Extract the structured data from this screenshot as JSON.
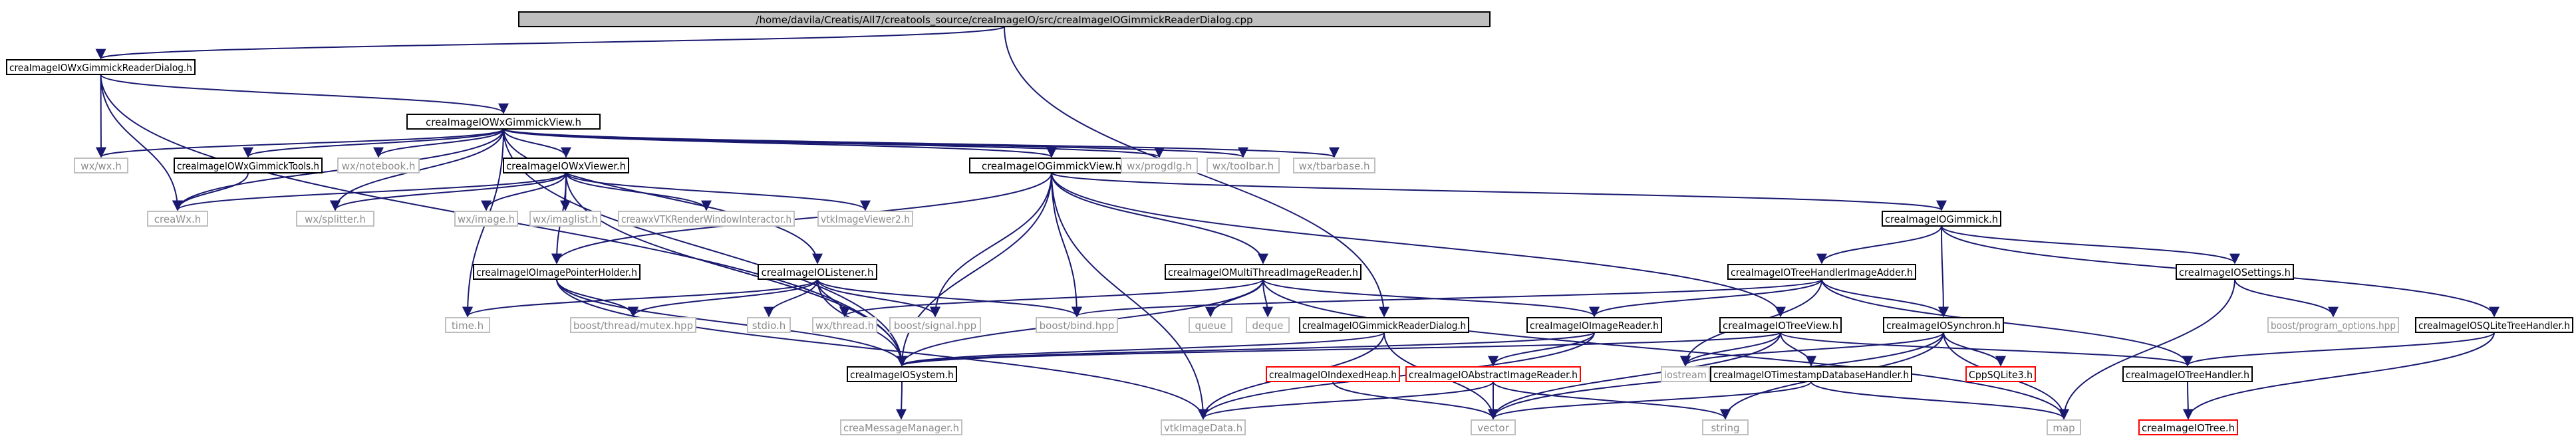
{
  "title": "Include dependency graph",
  "colors": {
    "edge": "#191970",
    "normal_border": "#000000",
    "normal_text": "#000000",
    "external_border": "#bfbfbf",
    "external_text": "#8c8c8c",
    "incomplete_border": "#ff0000",
    "incomplete_text": "#000000",
    "root_fill": "#bfbfbf"
  },
  "nodes": [
    {
      "id": "root",
      "label": "/home/davila/Creatis/All7/creatools_source/creaImageIO/src/creaImageIOGimmickReaderDialog.cpp",
      "kind": "root"
    },
    {
      "id": "wxdialog",
      "label": "creaImageIOWxGimmickReaderDialog.h",
      "kind": "normal"
    },
    {
      "id": "wxview",
      "label": "creaImageIOWxGimmickView.h",
      "kind": "normal"
    },
    {
      "id": "wxwx",
      "label": "wx/wx.h",
      "kind": "external"
    },
    {
      "id": "wxtools",
      "label": "creaImageIOWxGimmickTools.h",
      "kind": "normal"
    },
    {
      "id": "notebook",
      "label": "wx/notebook.h",
      "kind": "external"
    },
    {
      "id": "wxviewer",
      "label": "creaImageIOWxViewer.h",
      "kind": "normal"
    },
    {
      "id": "gview",
      "label": "creaImageIOGimmickView.h",
      "kind": "normal"
    },
    {
      "id": "progdlg",
      "label": "wx/progdlg.h",
      "kind": "external"
    },
    {
      "id": "toolbar",
      "label": "wx/toolbar.h",
      "kind": "external"
    },
    {
      "id": "tbarbase",
      "label": "wx/tbarbase.h",
      "kind": "external"
    },
    {
      "id": "creawx",
      "label": "creaWx.h",
      "kind": "external"
    },
    {
      "id": "splitter",
      "label": "wx/splitter.h",
      "kind": "external"
    },
    {
      "id": "wximage",
      "label": "wx/image.h",
      "kind": "external"
    },
    {
      "id": "imaglist",
      "label": "wx/imaglist.h",
      "kind": "external"
    },
    {
      "id": "rwi",
      "label": "creawxVTKRenderWindowInteractor.h",
      "kind": "external"
    },
    {
      "id": "vtkviewer2",
      "label": "vtkImageViewer2.h",
      "kind": "external"
    },
    {
      "id": "gimmick",
      "label": "creaImageIOGimmick.h",
      "kind": "normal"
    },
    {
      "id": "ptrholder",
      "label": "creaImageIOImagePointerHolder.h",
      "kind": "normal"
    },
    {
      "id": "listener",
      "label": "creaImageIOListener.h",
      "kind": "normal"
    },
    {
      "id": "mtreader",
      "label": "creaImageIOMultiThreadImageReader.h",
      "kind": "normal"
    },
    {
      "id": "thadder",
      "label": "creaImageIOTreeHandlerImageAdder.h",
      "kind": "normal"
    },
    {
      "id": "settings",
      "label": "creaImageIOSettings.h",
      "kind": "normal"
    },
    {
      "id": "timeh",
      "label": "time.h",
      "kind": "external"
    },
    {
      "id": "mutex",
      "label": "boost/thread/mutex.hpp",
      "kind": "external"
    },
    {
      "id": "stdio",
      "label": "stdio.h",
      "kind": "external"
    },
    {
      "id": "wxthread",
      "label": "wx/thread.h",
      "kind": "external"
    },
    {
      "id": "signal",
      "label": "boost/signal.hpp",
      "kind": "external"
    },
    {
      "id": "bind",
      "label": "boost/bind.hpp",
      "kind": "external"
    },
    {
      "id": "queue",
      "label": "queue",
      "kind": "external"
    },
    {
      "id": "deque",
      "label": "deque",
      "kind": "external"
    },
    {
      "id": "gdialog",
      "label": "creaImageIOGimmickReaderDialog.h",
      "kind": "normal"
    },
    {
      "id": "imgreader",
      "label": "creaImageIOImageReader.h",
      "kind": "normal"
    },
    {
      "id": "treeview",
      "label": "creaImageIOTreeView.h",
      "kind": "normal"
    },
    {
      "id": "synchron",
      "label": "creaImageIOSynchron.h",
      "kind": "normal"
    },
    {
      "id": "progopts",
      "label": "boost/program_options.hpp",
      "kind": "external"
    },
    {
      "id": "sqlite",
      "label": "creaImageIOSQLiteTreeHandler.h",
      "kind": "normal"
    },
    {
      "id": "system",
      "label": "creaImageIOSystem.h",
      "kind": "normal"
    },
    {
      "id": "iheap",
      "label": "creaImageIOIndexedHeap.h",
      "kind": "incomplete"
    },
    {
      "id": "absreader",
      "label": "creaImageIOAbstractImageReader.h",
      "kind": "incomplete"
    },
    {
      "id": "iostream",
      "label": "iostream",
      "kind": "external"
    },
    {
      "id": "tsdb",
      "label": "creaImageIOTimestampDatabaseHandler.h",
      "kind": "normal"
    },
    {
      "id": "cppsqlite",
      "label": "CppSQLite3.h",
      "kind": "incomplete"
    },
    {
      "id": "treehandler",
      "label": "creaImageIOTreeHandler.h",
      "kind": "normal"
    },
    {
      "id": "msgmgr",
      "label": "creaMessageManager.h",
      "kind": "external"
    },
    {
      "id": "vtkimagedata",
      "label": "vtkImageData.h",
      "kind": "external"
    },
    {
      "id": "vector",
      "label": "vector",
      "kind": "external"
    },
    {
      "id": "string",
      "label": "string",
      "kind": "external"
    },
    {
      "id": "map",
      "label": "map",
      "kind": "external"
    },
    {
      "id": "tree",
      "label": "creaImageIOTree.h",
      "kind": "incomplete"
    }
  ],
  "edges": [
    [
      "root",
      "wxdialog"
    ],
    [
      "root",
      "gdialog"
    ],
    [
      "wxdialog",
      "wxview"
    ],
    [
      "wxdialog",
      "wxwx"
    ],
    [
      "wxdialog",
      "creawx"
    ],
    [
      "wxdialog",
      "system"
    ],
    [
      "wxview",
      "wxtools"
    ],
    [
      "wxview",
      "notebook"
    ],
    [
      "wxview",
      "wxviewer"
    ],
    [
      "wxview",
      "gview"
    ],
    [
      "wxview",
      "progdlg"
    ],
    [
      "wxview",
      "toolbar"
    ],
    [
      "wxview",
      "tbarbase"
    ],
    [
      "wxview",
      "wxwx"
    ],
    [
      "wxview",
      "creawx"
    ],
    [
      "wxview",
      "splitter"
    ],
    [
      "wxview",
      "timeh"
    ],
    [
      "wxview",
      "listener"
    ],
    [
      "wxview",
      "system"
    ],
    [
      "wxtools",
      "creawx"
    ],
    [
      "wxviewer",
      "creawx"
    ],
    [
      "wxviewer",
      "splitter"
    ],
    [
      "wxviewer",
      "wximage"
    ],
    [
      "wxviewer",
      "imaglist"
    ],
    [
      "wxviewer",
      "rwi"
    ],
    [
      "wxviewer",
      "vtkviewer2"
    ],
    [
      "wxviewer",
      "ptrholder"
    ],
    [
      "wxviewer",
      "system"
    ],
    [
      "gview",
      "gimmick"
    ],
    [
      "gview",
      "ptrholder"
    ],
    [
      "gview",
      "mtreader"
    ],
    [
      "gview",
      "signal"
    ],
    [
      "gview",
      "bind"
    ],
    [
      "gview",
      "treeview"
    ],
    [
      "gview",
      "system"
    ],
    [
      "gview",
      "vtkimagedata"
    ],
    [
      "gimmick",
      "thadder"
    ],
    [
      "gimmick",
      "settings"
    ],
    [
      "gimmick",
      "synchron"
    ],
    [
      "gimmick",
      "sqlite"
    ],
    [
      "ptrholder",
      "mutex"
    ],
    [
      "ptrholder",
      "system"
    ],
    [
      "ptrholder",
      "vtkimagedata"
    ],
    [
      "listener",
      "timeh"
    ],
    [
      "listener",
      "stdio"
    ],
    [
      "listener",
      "wxthread"
    ],
    [
      "listener",
      "signal"
    ],
    [
      "listener",
      "bind"
    ],
    [
      "listener",
      "mutex"
    ],
    [
      "listener",
      "system"
    ],
    [
      "mtreader",
      "queue"
    ],
    [
      "mtreader",
      "deque"
    ],
    [
      "mtreader",
      "wxthread"
    ],
    [
      "mtreader",
      "imgreader"
    ],
    [
      "mtreader",
      "system"
    ],
    [
      "mtreader",
      "map"
    ],
    [
      "thadder",
      "bind"
    ],
    [
      "thadder",
      "imgreader"
    ],
    [
      "thadder",
      "synchron"
    ],
    [
      "thadder",
      "treehandler"
    ],
    [
      "thadder",
      "iostream"
    ],
    [
      "settings",
      "progopts"
    ],
    [
      "settings",
      "map"
    ],
    [
      "sqlite",
      "treehandler"
    ],
    [
      "sqlite",
      "tree"
    ],
    [
      "gdialog",
      "system"
    ],
    [
      "gdialog",
      "vtkimagedata"
    ],
    [
      "gdialog",
      "vector"
    ],
    [
      "imgreader",
      "system"
    ],
    [
      "imgreader",
      "absreader"
    ],
    [
      "imgreader",
      "vtkimagedata"
    ],
    [
      "treeview",
      "treehandler"
    ],
    [
      "treeview",
      "system"
    ],
    [
      "treeview",
      "tsdb"
    ],
    [
      "treeview",
      "iostream"
    ],
    [
      "treeview",
      "vector"
    ],
    [
      "synchron",
      "cppsqlite"
    ],
    [
      "synchron",
      "iostream"
    ],
    [
      "synchron",
      "string"
    ],
    [
      "synchron",
      "map"
    ],
    [
      "synchron",
      "vector"
    ],
    [
      "system",
      "msgmgr"
    ],
    [
      "iheap",
      "vector"
    ],
    [
      "absreader",
      "vtkimagedata"
    ],
    [
      "absreader",
      "string"
    ],
    [
      "absreader",
      "vector"
    ],
    [
      "tsdb",
      "vector"
    ],
    [
      "tsdb",
      "map"
    ],
    [
      "treehandler",
      "tree"
    ]
  ]
}
